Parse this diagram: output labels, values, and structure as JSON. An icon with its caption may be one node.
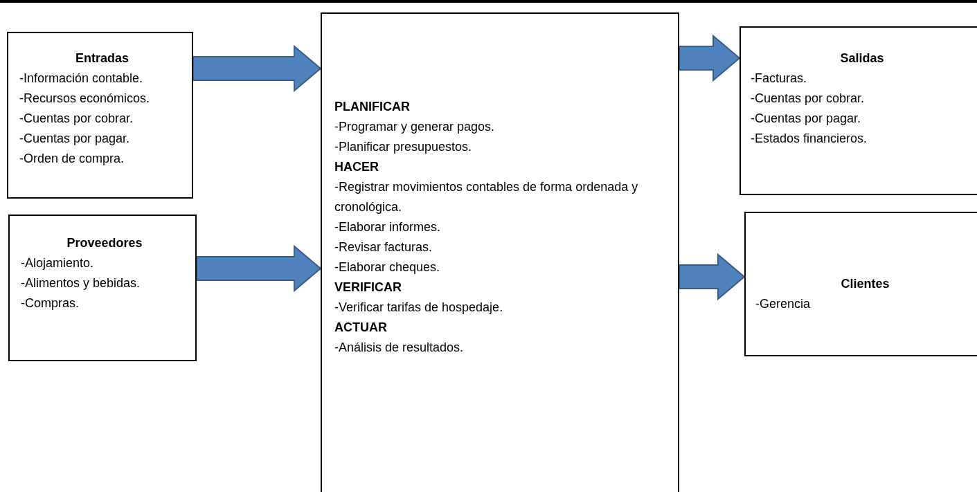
{
  "diagram": {
    "nodes": [
      {
        "text": [
          "Entradas",
          "-Información contable.",
          "-Recursos económicos.",
          "-Cuentas por cobrar.",
          "-Cuentas por pagar.",
          "-Orden de compra."
        ]
      },
      {
        "text": [
          "Proveedores",
          "-Alojamiento.",
          "-Alimentos y bebidas.",
          "-Compras."
        ]
      },
      {
        "text": [
          "PLANIFICAR",
          "-Programar y generar pagos.",
          "-Planificar presupuestos.",
          "HACER",
          "-Registrar movimientos contables de forma ordenada y cronológica.",
          "-Elaborar informes.",
          "-Revisar facturas.",
          "-Elaborar cheques.",
          "VERIFICAR",
          "-Verificar tarifas de hospedaje.",
          "ACTUAR",
          "-Análisis de resultados."
        ]
      },
      {
        "text": [
          "Salidas",
          "-Facturas.",
          "-Cuentas por cobrar.",
          "-Cuentas por pagar.",
          "-Estados financieros."
        ]
      },
      {
        "text": [
          "Clientes",
          "-Gerencia"
        ]
      }
    ],
    "edges": [
      {
        "from": 0,
        "to": 2,
        "arrow": "to"
      },
      {
        "from": 1,
        "to": 2,
        "arrow": "to"
      },
      {
        "from": 2,
        "to": 3,
        "arrow": "to"
      },
      {
        "from": 2,
        "to": 4,
        "arrow": "to"
      }
    ]
  }
}
